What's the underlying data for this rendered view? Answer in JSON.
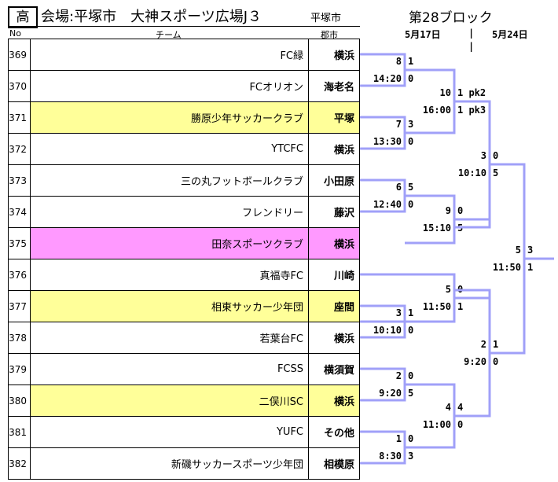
{
  "header": {
    "badge": "高",
    "title": "会場:平塚市　大神スポーツ広場J３",
    "city": "平塚市",
    "block": "第28ブロック",
    "col_no": "No",
    "col_team": "チーム",
    "col_city": "郡市",
    "date1": "5月17日",
    "separator": "|",
    "date2": "5月24日"
  },
  "colors": {
    "bracket": "#a0a0f8",
    "yellow": "#ffff99",
    "pink": "#ff99ff"
  },
  "teams": [
    {
      "no": "369",
      "name": "FC緑",
      "city": "横浜",
      "highlight": ""
    },
    {
      "no": "370",
      "name": "FCオリオン",
      "city": "海老名",
      "highlight": ""
    },
    {
      "no": "371",
      "name": "勝原少年サッカークラブ",
      "city": "平塚",
      "highlight": "yellow"
    },
    {
      "no": "372",
      "name": "YTCFC",
      "city": "横浜",
      "highlight": ""
    },
    {
      "no": "373",
      "name": "三の丸フットボールクラブ",
      "city": "小田原",
      "highlight": ""
    },
    {
      "no": "374",
      "name": "フレンドリー",
      "city": "藤沢",
      "highlight": ""
    },
    {
      "no": "375",
      "name": "田奈スポーツクラブ",
      "city": "横浜",
      "highlight": "pink"
    },
    {
      "no": "376",
      "name": "真福寺FC",
      "city": "川崎",
      "highlight": ""
    },
    {
      "no": "377",
      "name": "相東サッカー少年団",
      "city": "座間",
      "highlight": "yellow"
    },
    {
      "no": "378",
      "name": "若葉台FC",
      "city": "横浜",
      "highlight": ""
    },
    {
      "no": "379",
      "name": "FCSS",
      "city": "横須賀",
      "highlight": ""
    },
    {
      "no": "380",
      "name": "二俣川SC",
      "city": "横浜",
      "highlight": "yellow"
    },
    {
      "no": "381",
      "name": "YUFC",
      "city": "その他",
      "highlight": ""
    },
    {
      "no": "382",
      "name": "新磯サッカースポーツ少年団",
      "city": "相模原",
      "highlight": ""
    }
  ],
  "matches": [
    {
      "no": "8",
      "time": "14:20",
      "score_top": "1",
      "score_bottom": "0"
    },
    {
      "no": "7",
      "time": "13:30",
      "score_top": "3",
      "score_bottom": "0"
    },
    {
      "no": "10",
      "time": "16:00",
      "score_top": "1 pk2",
      "score_bottom": "1 pk3"
    },
    {
      "no": "6",
      "time": "12:40",
      "score_top": "5",
      "score_bottom": "0"
    },
    {
      "no": "9",
      "time": "15:10",
      "score_top": "0",
      "score_bottom": "5"
    },
    {
      "no": "3",
      "time": "10:10",
      "score_top": "0",
      "score_bottom": "5"
    },
    {
      "no": "3",
      "time": "10:10",
      "score_top": "1",
      "score_bottom": "0"
    },
    {
      "no": "5",
      "time": "11:50",
      "score_top": "0",
      "score_bottom": "1"
    },
    {
      "no": "2",
      "time": "9:20",
      "score_top": "0",
      "score_bottom": "5"
    },
    {
      "no": "1",
      "time": "8:30",
      "score_top": "0",
      "score_bottom": "3"
    },
    {
      "no": "4",
      "time": "11:00",
      "score_top": "4",
      "score_bottom": "0"
    },
    {
      "no": "2",
      "time": "9:20",
      "score_top": "1",
      "score_bottom": "0"
    },
    {
      "no": "5",
      "time": "11:50",
      "score_top": "3",
      "score_bottom": "1"
    }
  ]
}
